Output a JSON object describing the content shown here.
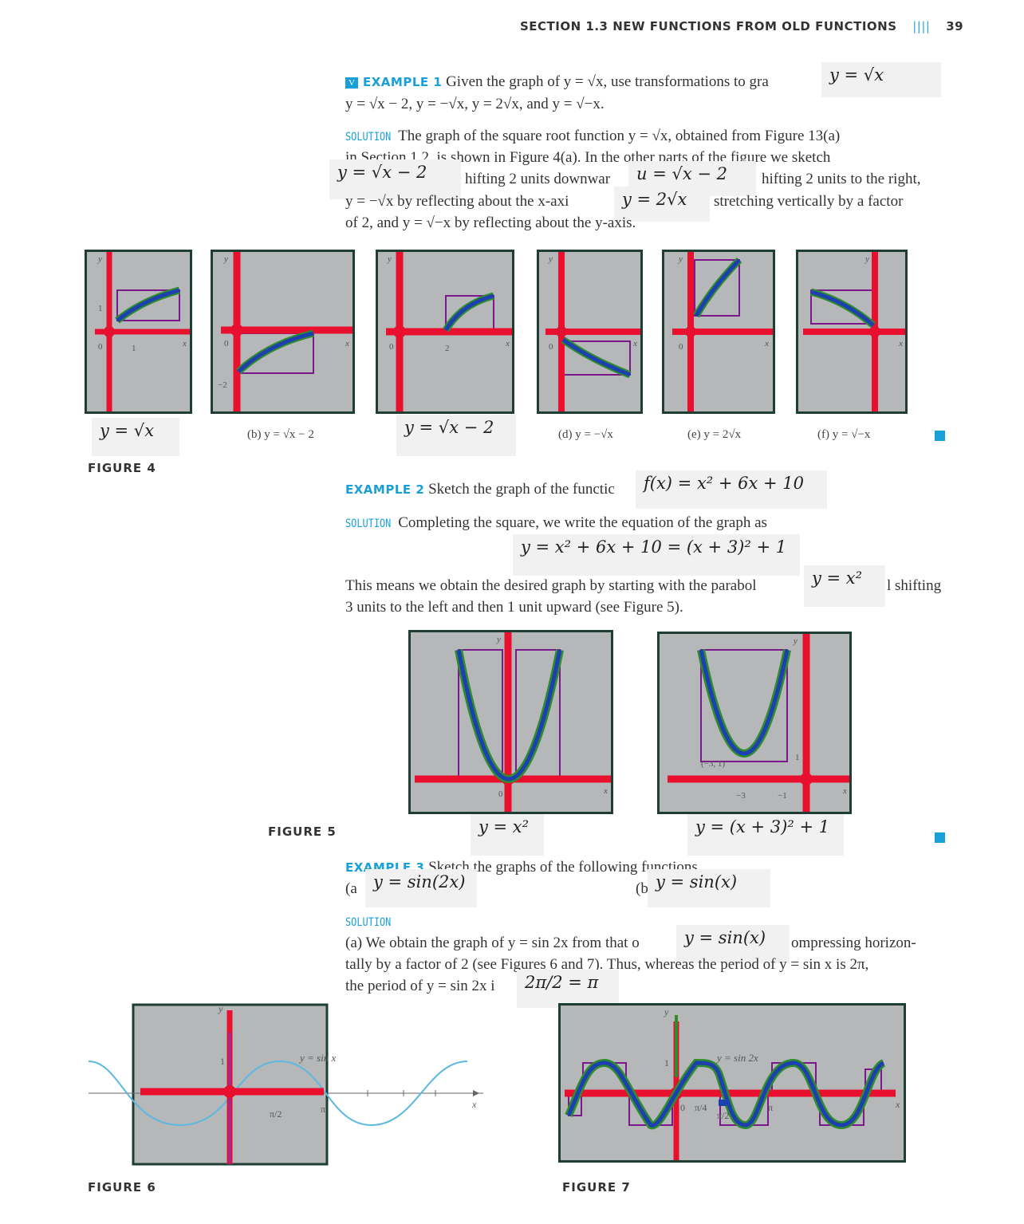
{
  "header": {
    "section": "SECTION 1.3",
    "title": "NEW FUNCTIONS FROM OLD FUNCTIONS",
    "bars": "||||",
    "page": "39"
  },
  "example1": {
    "icon": "V",
    "label": "EXAMPLE 1",
    "line1": "Given the graph of y = √x, use transformations to gra",
    "line2": "y = √x − 2, y = −√x, y = 2√x, and y = √−x.",
    "solution_label": "SOLUTION",
    "sol_line1": "The graph of the square root function y = √x, obtained from Figure 13(a)",
    "sol_line2": "in Section 1.2, is shown in Figure 4(a). In the other parts of the figure we sketch",
    "sol_line3a": "hifting 2 units downwar",
    "sol_line3b": "hifting 2 units to the right,",
    "sol_line4a": "y = −√x by reflecting about the x-axi",
    "sol_line4b": "stretching vertically by a factor",
    "sol_line5": "of 2, and y = √−x by reflecting about the y-axis.",
    "chips": [
      "y = √x",
      "y = √x − 2",
      "u = √x − 2",
      "y = 2√x"
    ]
  },
  "figure4": {
    "label": "FIGURE 4",
    "captions": [
      "y = √x",
      "(b) y = √x − 2",
      "y = √x − 2",
      "(d) y = −√x",
      "(e) y = 2√x",
      "(f) y = √−x"
    ],
    "ticks": {
      "a_one_y": "1",
      "a_zero": "0",
      "a_one_x": "1",
      "b_zero": "0",
      "b_minus2": "−2",
      "c_zero": "0",
      "c_two": "2",
      "d_zero": "0",
      "e_zero": "0",
      "x": "x",
      "y": "y"
    }
  },
  "example2": {
    "label": "EXAMPLE 2",
    "text": "Sketch the graph of the functic",
    "chip": "f(x) = x² + 6x + 10",
    "solution_label": "SOLUTION",
    "sol_text": "Completing the square, we write the equation of the graph as",
    "equation": "y = x² + 6x + 10 = (x + 3)² + 1",
    "line_a": "This means we obtain the desired graph by starting with the parabol",
    "line_a_chip": "y = x²",
    "line_a_end": "l shifting",
    "line_b": "3 units to the left and then 1 unit upward (see Figure 5)."
  },
  "figure5": {
    "label": "FIGURE 5",
    "captions": [
      "y = x²",
      "y = (x + 3)² + 1"
    ],
    "ticks": {
      "zero": "0",
      "point": "(−3, 1)",
      "one": "1",
      "minus3": "−3",
      "minus1": "−1",
      "x": "x",
      "y": "y"
    }
  },
  "example3": {
    "label": "EXAMPLE 3",
    "text": "Sketch the graphs of the following functions",
    "part_a": "(a",
    "part_a_chip": "y = sin(2x)",
    "part_b": "(b",
    "part_b_chip": "y = sin(x)",
    "solution_label": "SOLUTION",
    "line1a": "(a) We obtain the graph of y = sin 2x from that o",
    "line1_chip": "y = sin(x)",
    "line1b": "ompressing horizon-",
    "line2": "tally by a factor of 2 (see Figures 6 and 7). Thus, whereas the period of y = sin x is 2π,",
    "line3": "the period of y = sin 2x i",
    "line3_chip": "2π/2 = π"
  },
  "figure6": {
    "label": "FIGURE 6",
    "curve_label": "y = sin x",
    "one": "1",
    "pi_half": "π/2",
    "pi": "π",
    "x": "x",
    "y": "y"
  },
  "figure7": {
    "label": "FIGURE 7",
    "curve_label": "y = sin 2x",
    "one": "1",
    "zero": "0",
    "pi_quarter": "π/4",
    "pi_half": "π/2",
    "pi": "π",
    "x": "x",
    "y": "y"
  },
  "colors": {
    "accent": "#1aa0d8",
    "panel": "#b5b7b9",
    "frame": "#1e3d33",
    "axis": "#e8102e",
    "curve": "#1e3fb0",
    "curve_edge": "#2e8b2e",
    "box": "#7a1a8a"
  }
}
